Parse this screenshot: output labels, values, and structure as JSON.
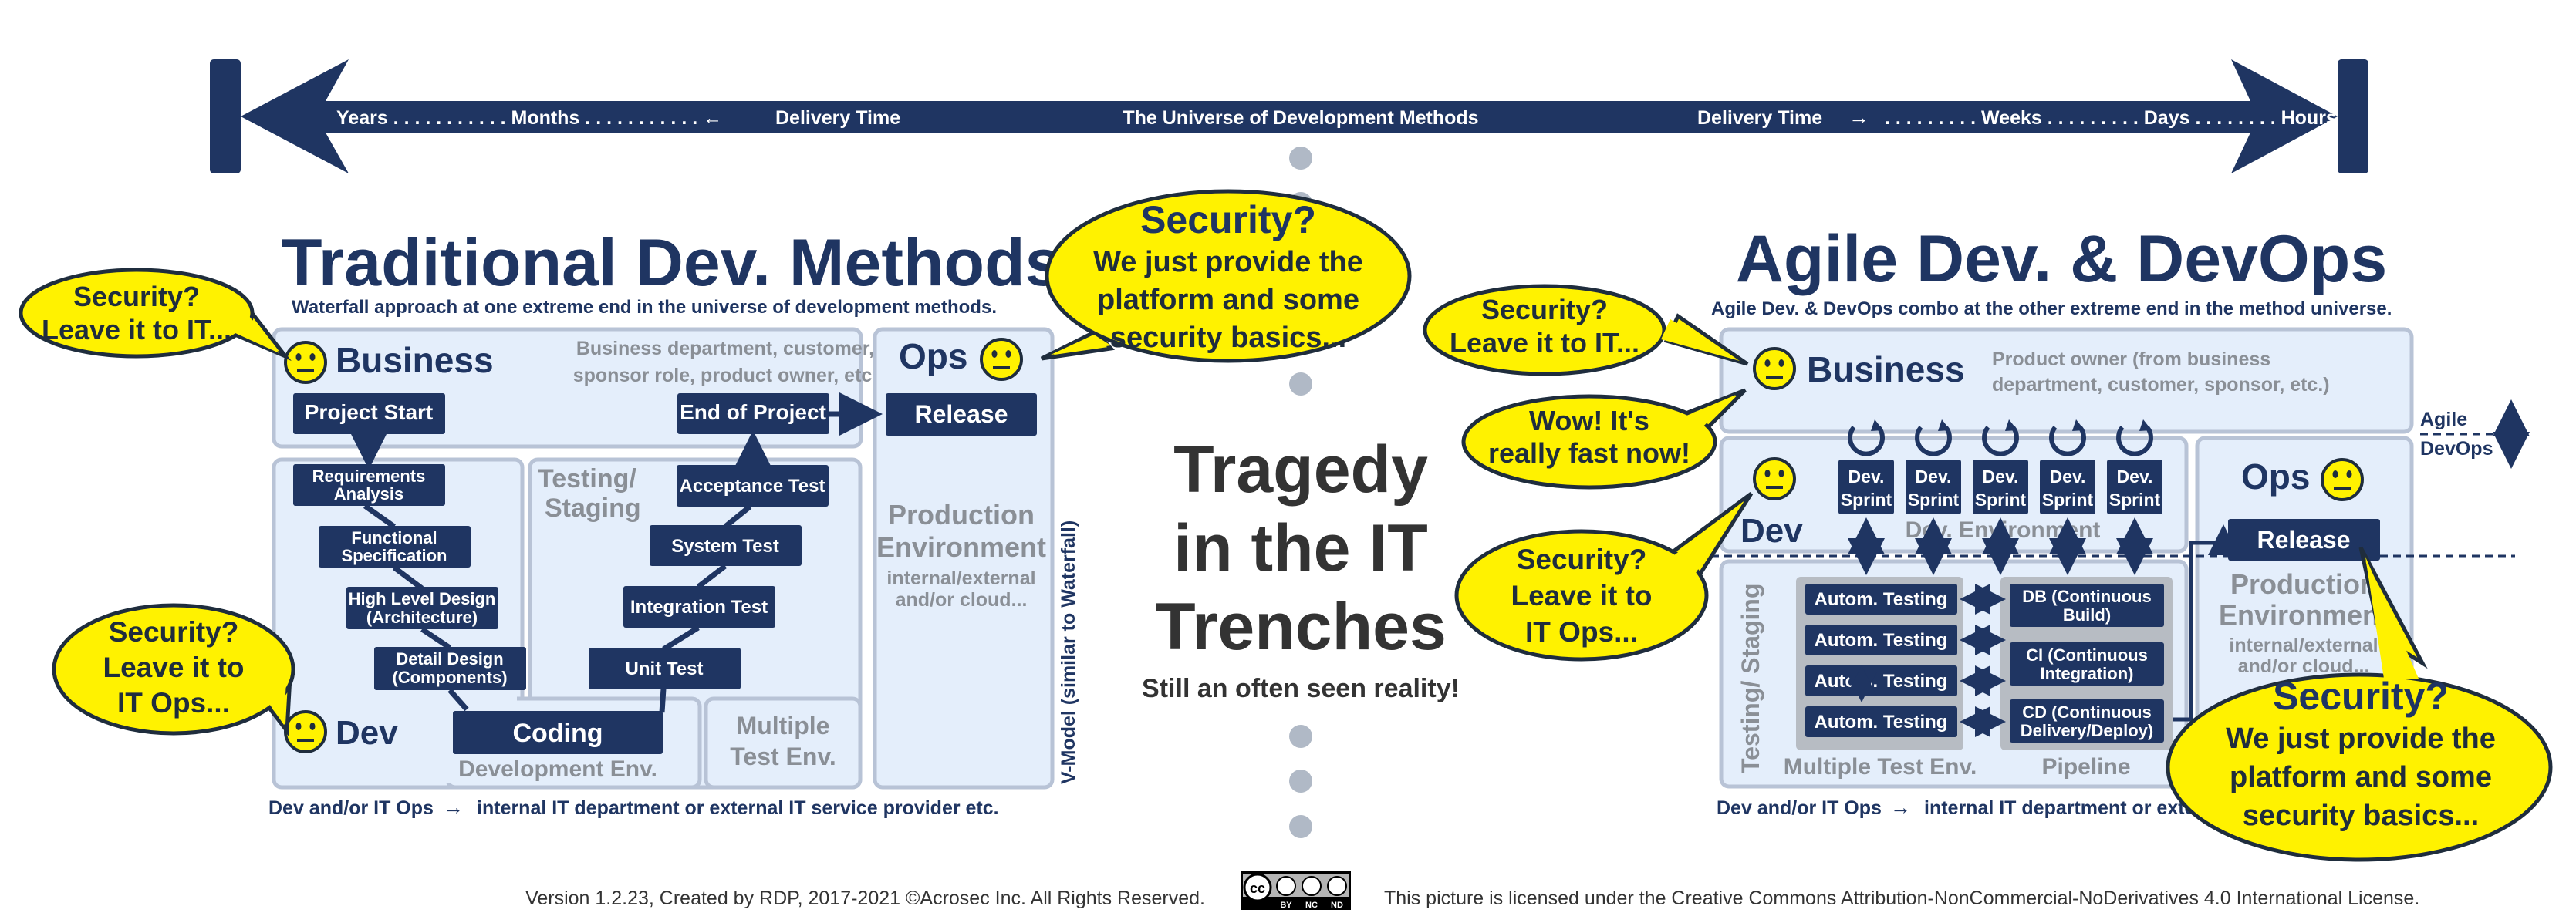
{
  "colors": {
    "navy": "#1f3562",
    "panel": "#e4eefb",
    "panel_border": "#b8c3d6",
    "bubble": "#fff200",
    "grey_text": "#8a8f96",
    "grey_box": "#b7bcc3",
    "dot": "#b0b9c6"
  },
  "icons": {
    "face": "neutral-face-icon",
    "cycle": "refresh-cycle-icon",
    "license": "cc-by-nc-nd-badge"
  },
  "top_arrow": {
    "left_text": "Years . . . . . . . . . . . Months . . . . . . . . . . .  ←",
    "left_delivery": "Delivery Time",
    "center": "The Universe of Development  Methods",
    "right_delivery": "Delivery Time",
    "right_arrow": "→",
    "right_text": ". . . . . . . . . Weeks . . . . . . . . . Days . . . . . . . . Hours"
  },
  "traditional": {
    "title": "Traditional Dev. Methods",
    "subtitle": "Waterfall approach at one extreme end in the universe of development methods.",
    "business": "Business",
    "business_desc": [
      "Business department, customer,",
      "sponsor role, product owner, etc."
    ],
    "project_start": "Project Start",
    "end_of_project": "End of Project",
    "ops": "Ops",
    "release": "Release",
    "production": [
      "Production",
      "Environment"
    ],
    "production_sub": [
      "internal/external",
      "and/or cloud..."
    ],
    "testing_staging": [
      "Testing/",
      "Staging"
    ],
    "v_steps": [
      [
        "Requirements",
        "Analysis"
      ],
      [
        "Functional",
        "Specification"
      ],
      [
        "High Level Design",
        "(Architecture)"
      ],
      [
        "Detail Design",
        "(Components)"
      ]
    ],
    "coding": "Coding",
    "tests": [
      "Unit Test",
      "Integration Test",
      "System Test",
      "Acceptance Test"
    ],
    "dev": "Dev",
    "dev_env": "Development Env.",
    "multi_test": [
      "Multiple",
      "Test Env."
    ],
    "vmodel": "V-Model (similar to Waterfall)",
    "footer_left": "Dev and/or IT Ops",
    "footer_arrow": "→",
    "footer_right": "internal IT department or external IT service provider etc."
  },
  "bubbles": {
    "b1": [
      "Security?",
      "Leave it to IT..."
    ],
    "b2": [
      "Security?",
      "Leave it to",
      "IT Ops..."
    ],
    "b3_title": "Security?",
    "b3_body": [
      "We just provide the",
      "platform and some",
      "security basics..."
    ],
    "b4": [
      "Security?",
      "Leave it to IT..."
    ],
    "b5": [
      "Wow! It's",
      "really fast now!"
    ],
    "b6": [
      "Security?",
      "Leave it to",
      "IT Ops..."
    ],
    "b7_title": "Security?",
    "b7_body": [
      "We just provide the",
      "platform and some",
      "security basics..."
    ]
  },
  "center": {
    "title": [
      "Tragedy",
      "in the IT",
      "Trenches"
    ],
    "subtitle": "Still an often seen reality!"
  },
  "agile": {
    "title": "Agile Dev. & DevOps",
    "subtitle": "Agile Dev. & DevOps combo at the other extreme end in the method universe.",
    "business": "Business",
    "business_desc": [
      "Product owner (from business",
      "department, customer, sponsor, etc.)"
    ],
    "legend_agile": "Agile",
    "legend_devops": "DevOps",
    "sprint": [
      "Dev.",
      "Sprint"
    ],
    "dev": "Dev",
    "dev_env": "Dev. Environment",
    "ops": "Ops",
    "release": "Release",
    "production": [
      "Production",
      "Environment"
    ],
    "production_sub": [
      "internal/external",
      "and/or cloud..."
    ],
    "testing_staging": "Testing/ Staging",
    "autom": "Autom. Testing",
    "pipeline_steps": [
      [
        "DB (Continuous",
        "Build)"
      ],
      [
        "CI (Continuous",
        "Integration)"
      ],
      [
        "CD (Continuous",
        "Delivery/Deploy)"
      ]
    ],
    "multi_test": "Multiple Test Env.",
    "pipeline": "Pipeline",
    "footer_left": "Dev and/or IT Ops",
    "footer_arrow": "→",
    "footer_right": "internal IT department or exte"
  },
  "footer": {
    "version": "Version 1.2.23, Created by RDP, 2017-2021 ©Acrosec Inc. All Rights Reserved.",
    "license": "This picture is licensed under the Creative Commons Attribution-NonCommercial-NoDerivatives 4.0 International License.",
    "badge": [
      "BY",
      "NC",
      "ND"
    ]
  }
}
